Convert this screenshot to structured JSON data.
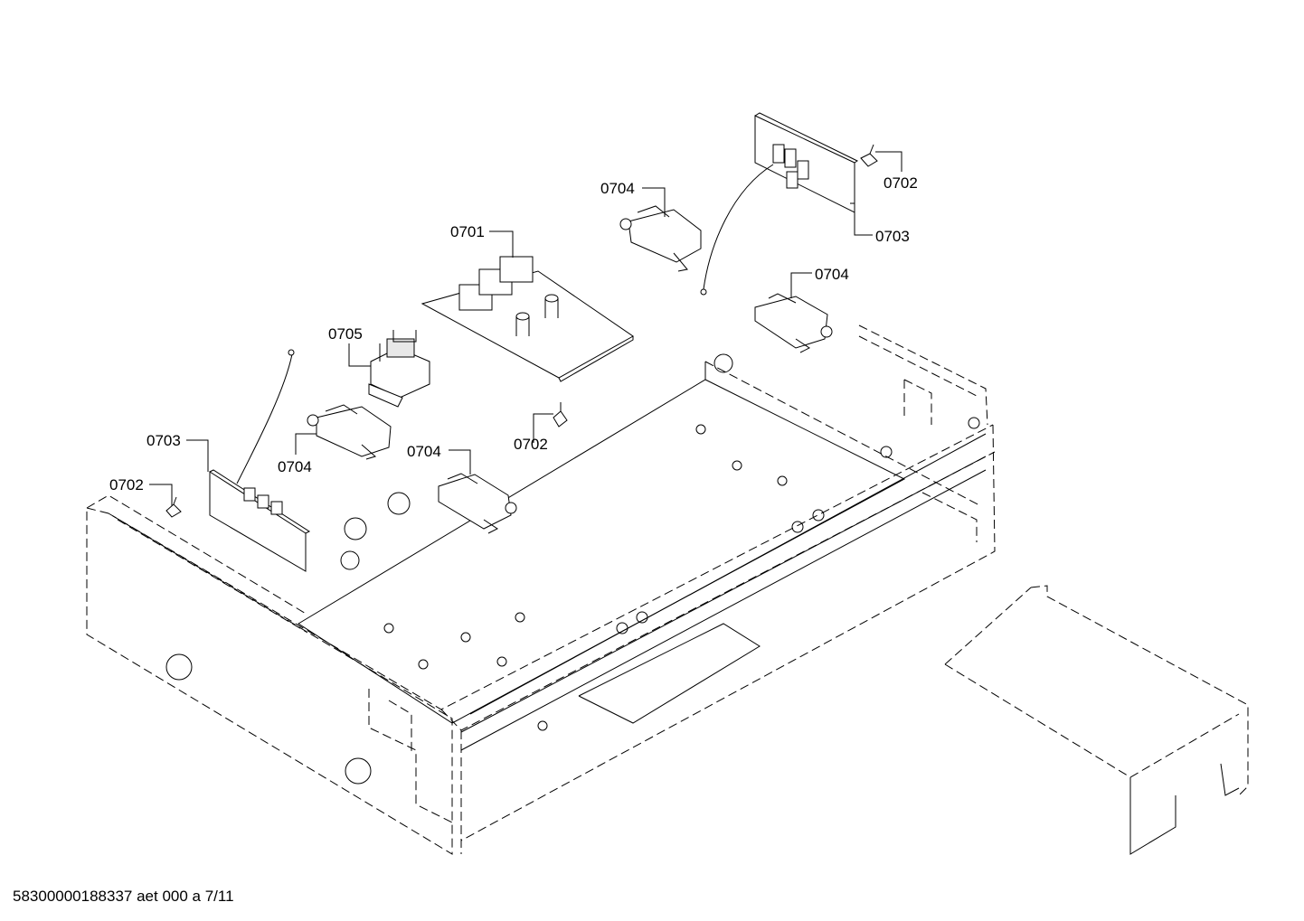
{
  "callouts": {
    "c0702_top": "0702",
    "c0703_top": "0703",
    "c0704_top": "0704",
    "c0704_right": "0704",
    "c0701": "0701",
    "c0705": "0705",
    "c0703_left": "0703",
    "c0704_mid": "0704",
    "c0704_center": "0704",
    "c0702_center": "0702",
    "c0702_left": "0702"
  },
  "footer": {
    "doc_id": "58300000188337 aet 000 a 7/11"
  }
}
